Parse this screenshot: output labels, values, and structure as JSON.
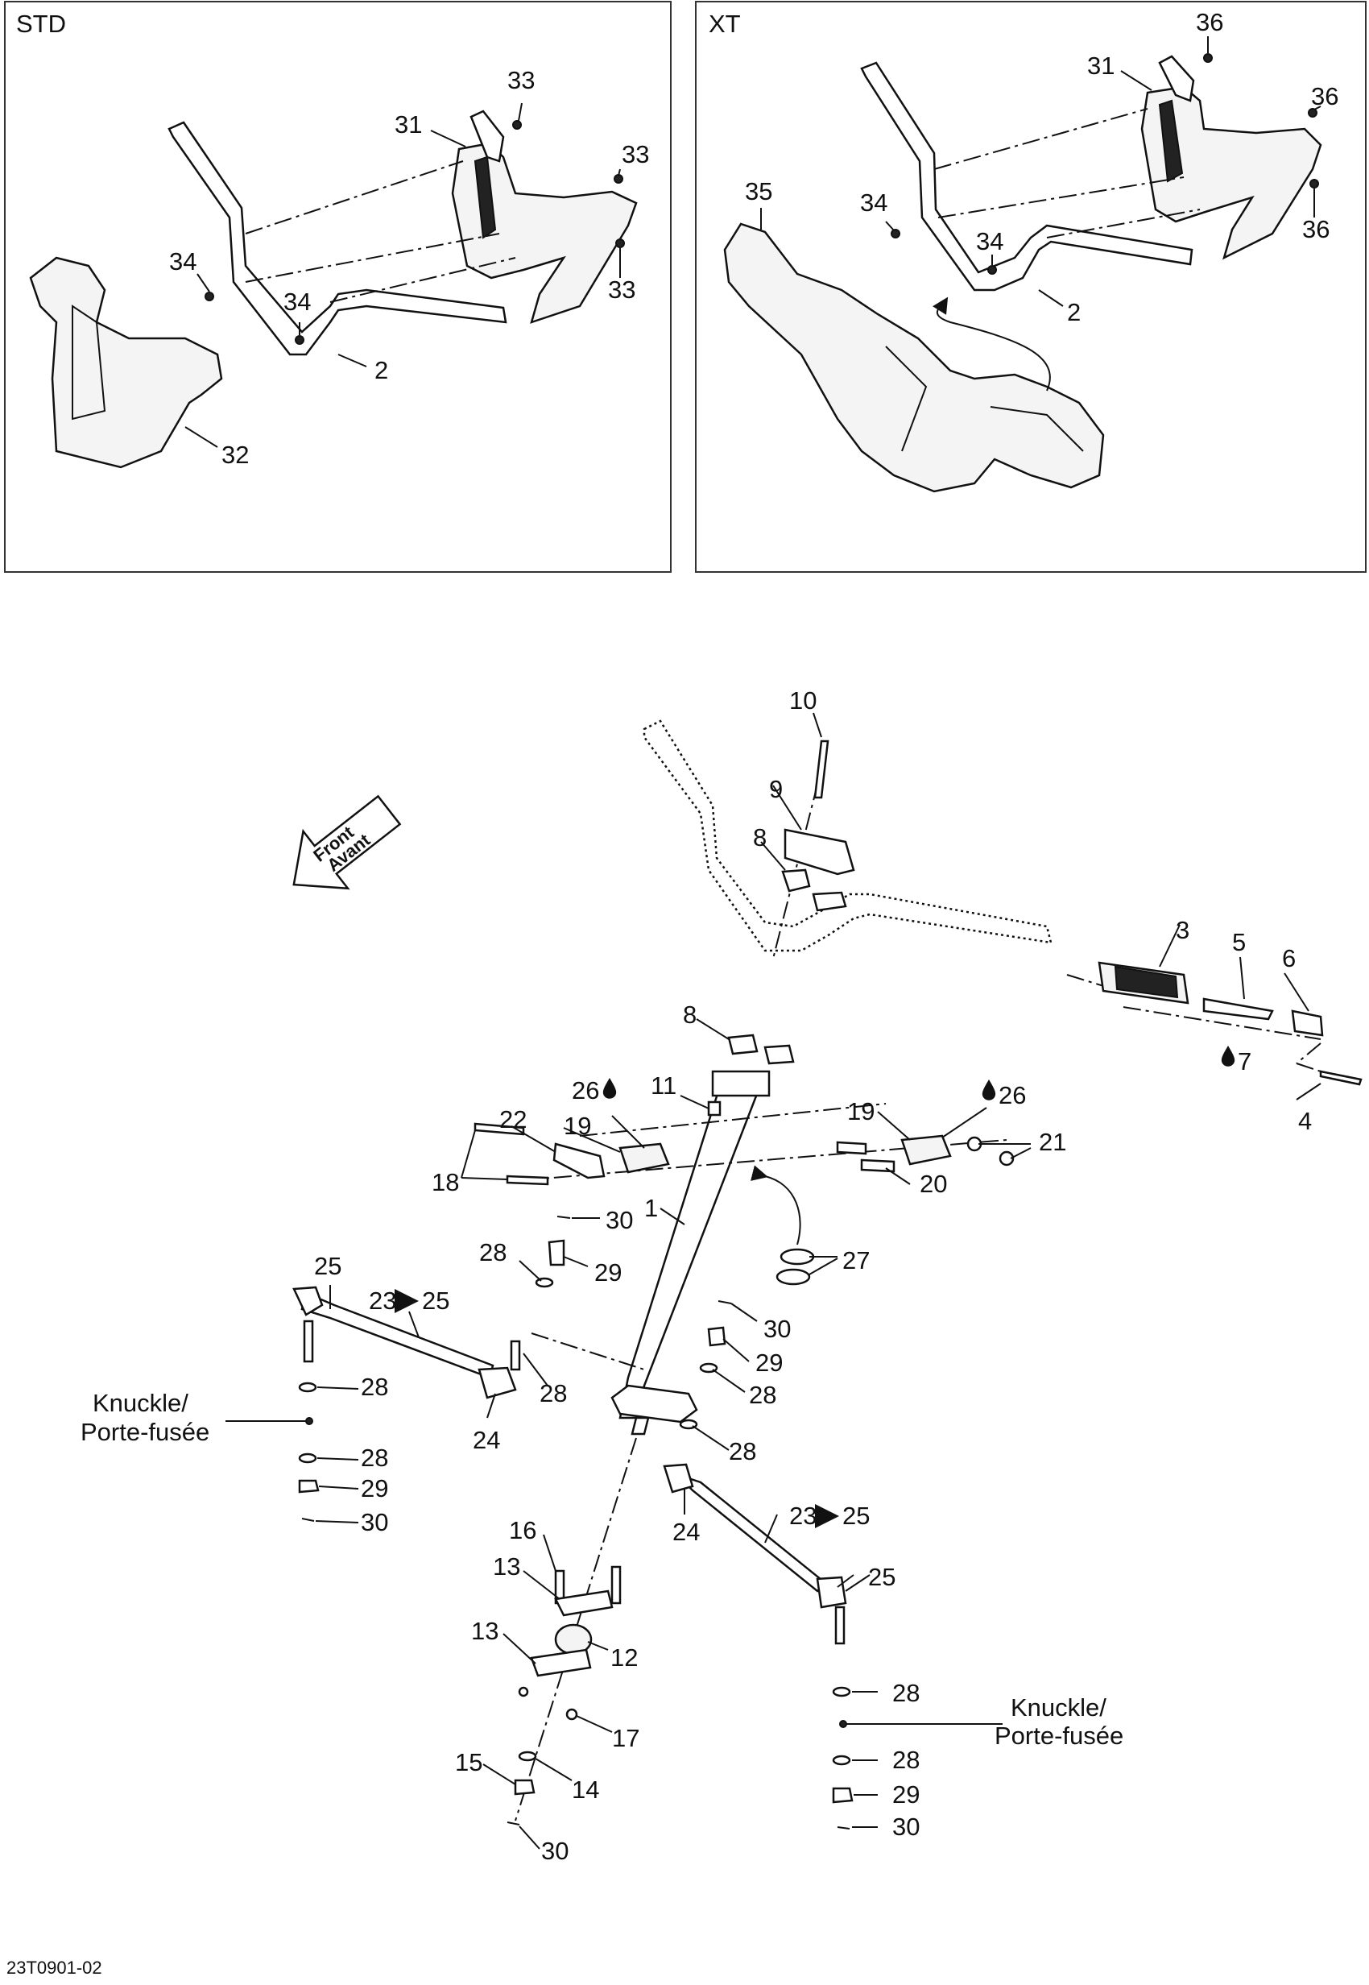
{
  "panels": {
    "std": {
      "label": "STD"
    },
    "xt": {
      "label": "XT"
    }
  },
  "labels": {
    "front_en": "Front",
    "front_fr": "Avant",
    "knuckle_1": "Knuckle/",
    "knuckle_2": "Porte-fusée",
    "doc_code": "23T0901-02"
  },
  "callouts": {
    "std_33a": "33",
    "std_31": "31",
    "std_33b": "33",
    "std_34a": "34",
    "std_34b": "34",
    "std_33c": "33",
    "std_2": "2",
    "std_32": "32",
    "xt_36a": "36",
    "xt_31": "31",
    "xt_36b": "36",
    "xt_35": "35",
    "xt_34a": "34",
    "xt_34b": "34",
    "xt_36c": "36",
    "xt_2": "2",
    "m_10": "10",
    "m_9": "9",
    "m_8a": "8",
    "m_3": "3",
    "m_5": "5",
    "m_6": "6",
    "m_8b": "8",
    "m_7": "7",
    "m_26a": "26",
    "m_11": "11",
    "m_26b": "26",
    "m_22": "22",
    "m_19a": "19",
    "m_19b": "19",
    "m_21": "21",
    "m_4": "4",
    "m_18": "18",
    "m_20": "20",
    "m_1": "1",
    "m_30a": "30",
    "m_27": "27",
    "m_28a": "28",
    "m_29a": "29",
    "m_25a": "25",
    "m_23a": "23",
    "m_25b": "25",
    "m_30b": "30",
    "m_29b": "29",
    "m_28b": "28",
    "m_28c": "28",
    "m_28d": "28",
    "m_24a": "24",
    "m_28e": "28",
    "m_28f": "28",
    "m_29c": "29",
    "m_30c": "30",
    "m_23b": "23",
    "m_25c": "25",
    "m_24b": "24",
    "m_25d": "25",
    "m_16": "16",
    "m_13a": "13",
    "m_12": "12",
    "m_13b": "13",
    "m_28g": "28",
    "m_17": "17",
    "m_28h": "28",
    "m_15": "15",
    "m_14": "14",
    "m_29d": "29",
    "m_30d": "30",
    "m_30e": "30"
  },
  "icons": [
    "drop-icon",
    "arrow-right-icon",
    "front-arrow-icon"
  ]
}
